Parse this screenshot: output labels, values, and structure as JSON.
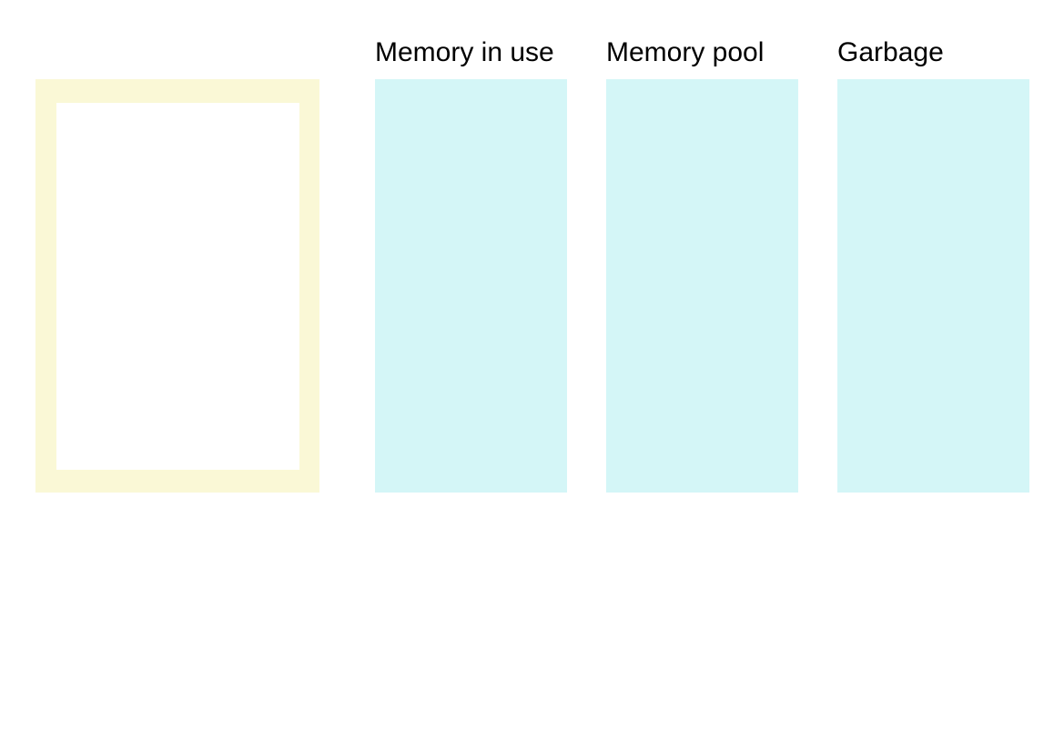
{
  "framed_box": {
    "border_color": "#faf8d6",
    "fill_color": "#ffffff"
  },
  "columns": [
    {
      "label": "Memory in use",
      "color": "#d4f6f7"
    },
    {
      "label": "Memory pool",
      "color": "#d4f6f7"
    },
    {
      "label": "Garbage",
      "color": "#d4f6f7"
    }
  ]
}
